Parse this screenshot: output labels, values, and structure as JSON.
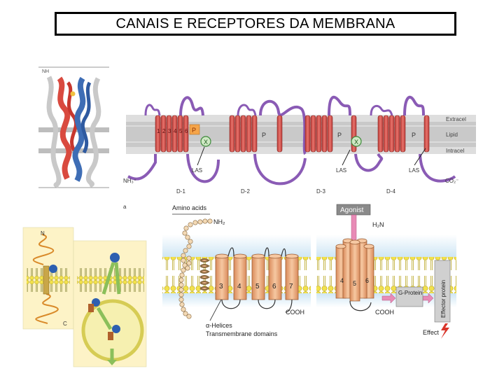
{
  "title": "CANAIS  E RECEPTORES DA MEMBRANA",
  "colors": {
    "helix_red": "#d9534f",
    "loop_purple": "#8a5bb5",
    "membrane_gray": "#c8c8c8",
    "bilayer_yellow": "#f2e14c",
    "helix_tan": "#f0b48a",
    "agonist_gray": "#8a8a8a"
  },
  "structure_panel": {
    "tag": "NH"
  },
  "channel_panel": {
    "region_labels": [
      "Extracel",
      "Lipid",
      "Intracel"
    ],
    "domains": [
      "D-1",
      "D-2",
      "D-3",
      "D-4"
    ],
    "segment_labels": [
      "1",
      "2",
      "3",
      "4",
      "5",
      "6"
    ],
    "p_label": "P",
    "las_label": "LAS",
    "x_label": "X",
    "n_term": "NH₃⁺",
    "c_term": "CO₂⁻",
    "letter_a": "a"
  },
  "receptor_panel": {
    "amino_acids": "Amino acids",
    "nh2": "NH₂",
    "helix_numbers": [
      "3",
      "4",
      "5",
      "6",
      "7"
    ],
    "cooh": "COOH",
    "alpha_helices": "α-Helices",
    "transmembrane": "Transmembrane domains"
  },
  "gpcr_panel": {
    "agonist": "Agonist",
    "h2n": "H₂N",
    "helix_numbers": [
      "4",
      "5",
      "6"
    ],
    "cooh": "COOH",
    "g_protein": "G-Protein",
    "effector_protein": "Effector protein",
    "effect": "Effect"
  },
  "cell_panel": {
    "n_label": "N",
    "c_label": "C"
  }
}
